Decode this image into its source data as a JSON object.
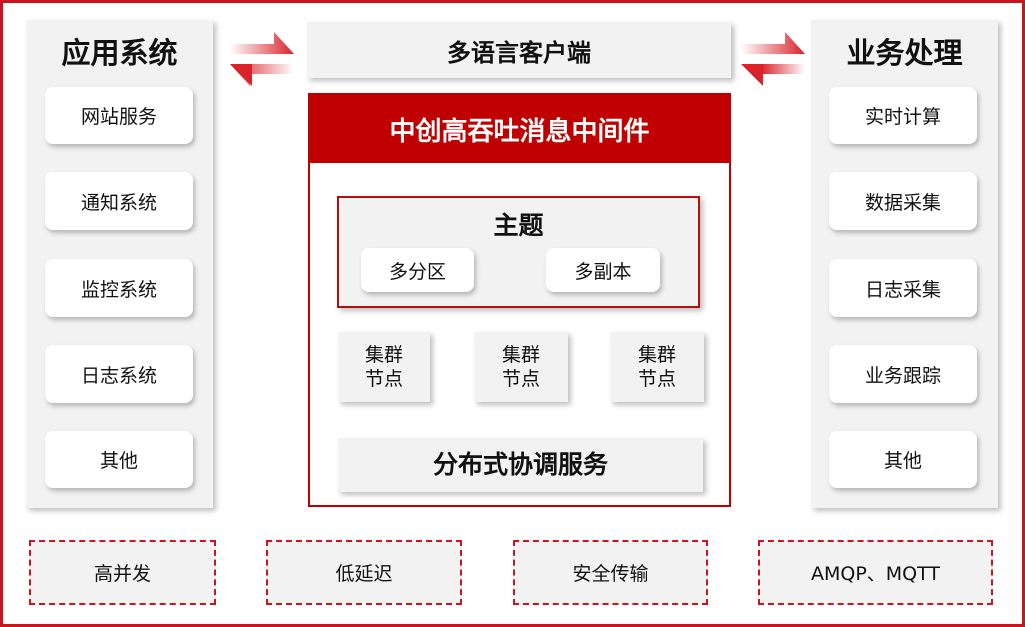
{
  "left_panel": {
    "title": "应用系统",
    "items": [
      "网站服务",
      "通知系统",
      "监控系统",
      "日志系统",
      "其他"
    ]
  },
  "right_panel": {
    "title": "业务处理",
    "items": [
      "实时计算",
      "数据采集",
      "日志采集",
      "业务跟踪",
      "其他"
    ]
  },
  "client_bar": "多语言客户端",
  "middleware": {
    "title": "中创高吞吐消息中间件",
    "topic": {
      "title": "主题",
      "items": [
        "多分区",
        "多副本"
      ]
    },
    "nodes": [
      "集群\n节点",
      "集群\n节点",
      "集群\n节点"
    ],
    "coordination": "分布式协调服务"
  },
  "features": [
    "高并发",
    "低延迟",
    "安全传输",
    "AMQP、MQTT"
  ],
  "colors": {
    "accent": "#c00000",
    "panel": "#f2f2f2"
  }
}
